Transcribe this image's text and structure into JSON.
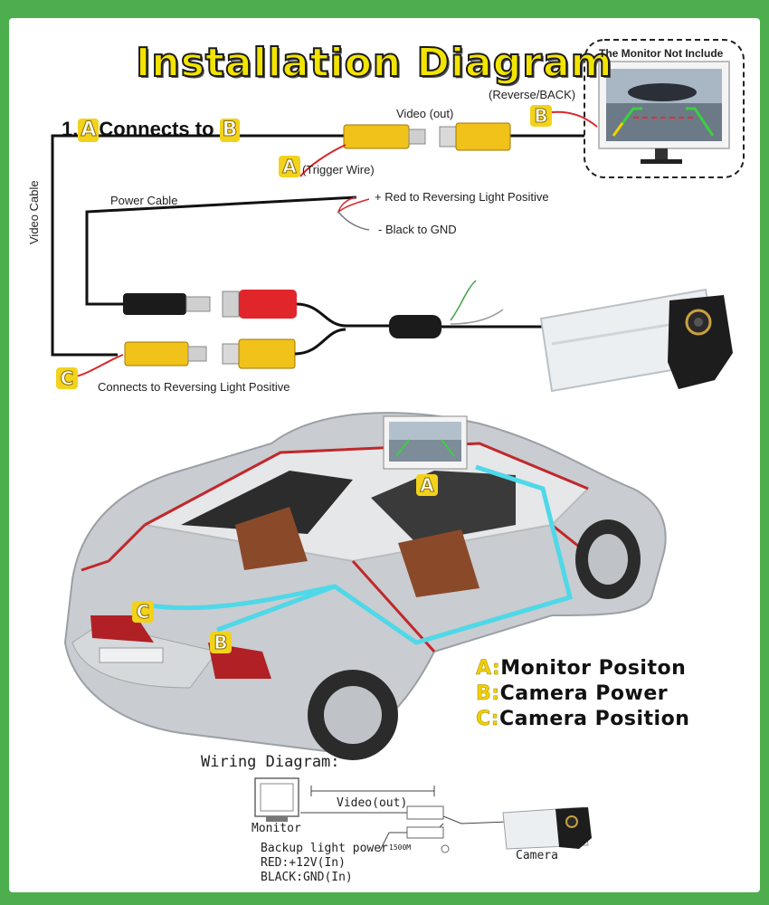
{
  "title": "Installation Diagram",
  "connects": {
    "prefix": "1.",
    "a": "A",
    "middle": "Connects to",
    "b": "B"
  },
  "labels": {
    "monitor_not_include": "The Monitor Not Include",
    "reverse_back": "(Reverse/BACK)",
    "video_out": "Video (out)",
    "trigger_wire": "(Trigger Wire)",
    "video_cable": "Video Cable",
    "power_cable": "Power Cable",
    "red_positive": "+ Red to Reversing Light Positive",
    "black_gnd": "- Black to GND",
    "connects_reversing": "Connects to Reversing Light Positive"
  },
  "badges": {
    "a": "A",
    "b": "B",
    "c": "C"
  },
  "legend": [
    {
      "key": "A:",
      "text": "Monitor Positon"
    },
    {
      "key": "B:",
      "text": "Camera Power"
    },
    {
      "key": "C:",
      "text": "Camera Position"
    }
  ],
  "wiring": {
    "title": "Wiring Diagram:",
    "monitor": "Monitor",
    "video_out": "Video(out)",
    "backup": "Backup light power",
    "red": "RED:+12V(In)",
    "black": "BLACK:GND(In)",
    "camera": "Camera",
    "resistor": "1500M"
  },
  "colors": {
    "frame": "#4cae4c",
    "badge": "#f2d21b",
    "cyan": "#4fd8e8",
    "red_car": "#c0282b",
    "title": "#f3e400"
  }
}
